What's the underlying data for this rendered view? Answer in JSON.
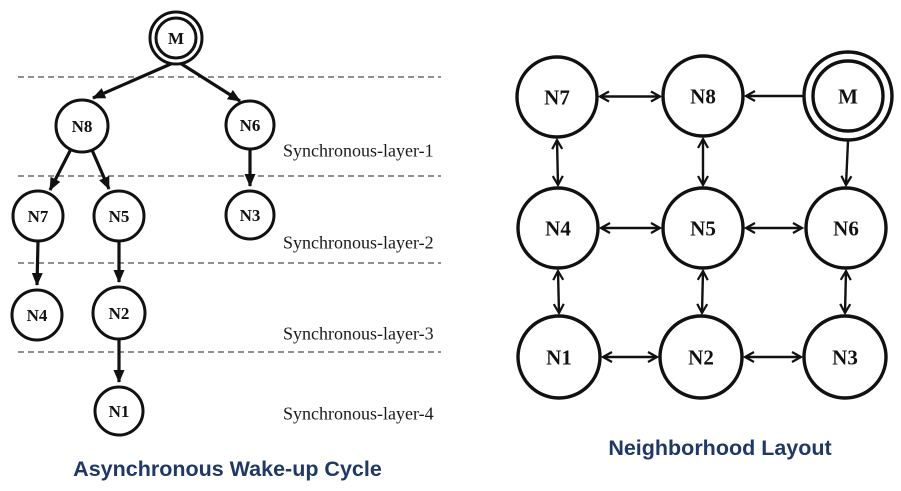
{
  "left_figure": {
    "title": "Asynchronous Wake-up Cycle",
    "nodes": {
      "m": "M",
      "n8": "N8",
      "n6": "N6",
      "n7": "N7",
      "n5": "N5",
      "n3": "N3",
      "n4": "N4",
      "n2": "N2",
      "n1": "N1"
    },
    "layer_labels": {
      "layer1": "Synchronous-layer-1",
      "layer2": "Synchronous-layer-2",
      "layer3": "Synchronous-layer-3",
      "layer4": "Synchronous-layer-4"
    },
    "tree_edges": [
      "M→N8",
      "M→N6",
      "N8→N7",
      "N8→N5",
      "N6→N3",
      "N7→N4",
      "N5→N2",
      "N2→N1"
    ]
  },
  "right_figure": {
    "title": "Neighborhood Layout",
    "nodes": {
      "n7": "N7",
      "n8": "N8",
      "m": "M",
      "n4": "N4",
      "n5": "N5",
      "n6": "N6",
      "n1": "N1",
      "n2": "N2",
      "n3": "N3"
    },
    "grid_edges_bidirectional": [
      "N7↔N8",
      "N4↔N5",
      "N5↔N6",
      "N1↔N2",
      "N2↔N3",
      "N7↔N4",
      "N4↔N1",
      "N8↔N5",
      "N5↔N2",
      "N6↔N3"
    ],
    "grid_edges_directed": [
      "M→N8",
      "M→N6"
    ]
  },
  "colors": {
    "title_text": "#1f3864",
    "diagram_ink": "#111111",
    "separator_line": "#4d4d4d",
    "background": "#ffffff"
  }
}
